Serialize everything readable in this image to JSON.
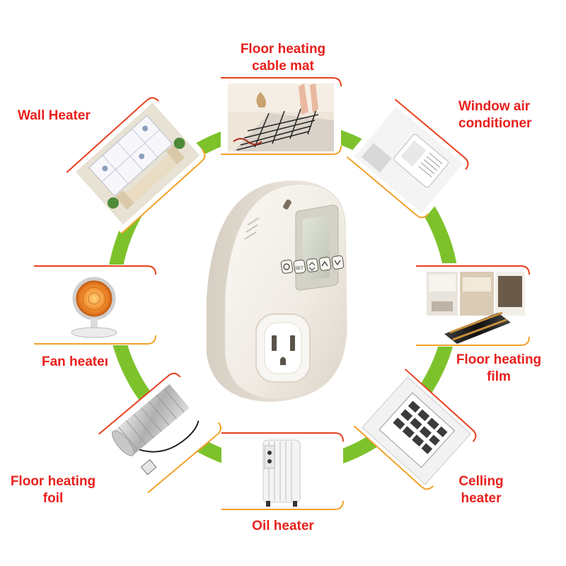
{
  "colors": {
    "ring": "#7dc22b",
    "label": "#e8201c",
    "bracket_red": "#e8401e",
    "bracket_orange": "#f2a12a",
    "device_body": "#f3efe9"
  },
  "device": {
    "name": "plug-in thermostat",
    "icons": [
      "power-icon",
      "set-icon",
      "mode-icon",
      "up-icon",
      "down-icon"
    ],
    "button_labels": [
      "",
      "SET",
      "",
      "",
      ""
    ]
  },
  "items": [
    {
      "id": "floor-heating-cable-mat",
      "label_lines": [
        "Floor heating",
        "cable mat"
      ]
    },
    {
      "id": "window-air-conditioner",
      "label_lines": [
        "Window air",
        "conditioner"
      ]
    },
    {
      "id": "floor-heating-film",
      "label_lines": [
        "Floor heating",
        "film"
      ]
    },
    {
      "id": "celling-heater",
      "label_lines": [
        "Celling",
        "heater"
      ]
    },
    {
      "id": "oil-heater",
      "label_lines": [
        "Oil heater"
      ]
    },
    {
      "id": "floor-heating-foil",
      "label_lines": [
        "Floor heating",
        "foil"
      ]
    },
    {
      "id": "fan-heater",
      "label_lines": [
        "Fan heateı"
      ]
    },
    {
      "id": "wall-heater",
      "label_lines": [
        "Wall Heater"
      ]
    }
  ]
}
